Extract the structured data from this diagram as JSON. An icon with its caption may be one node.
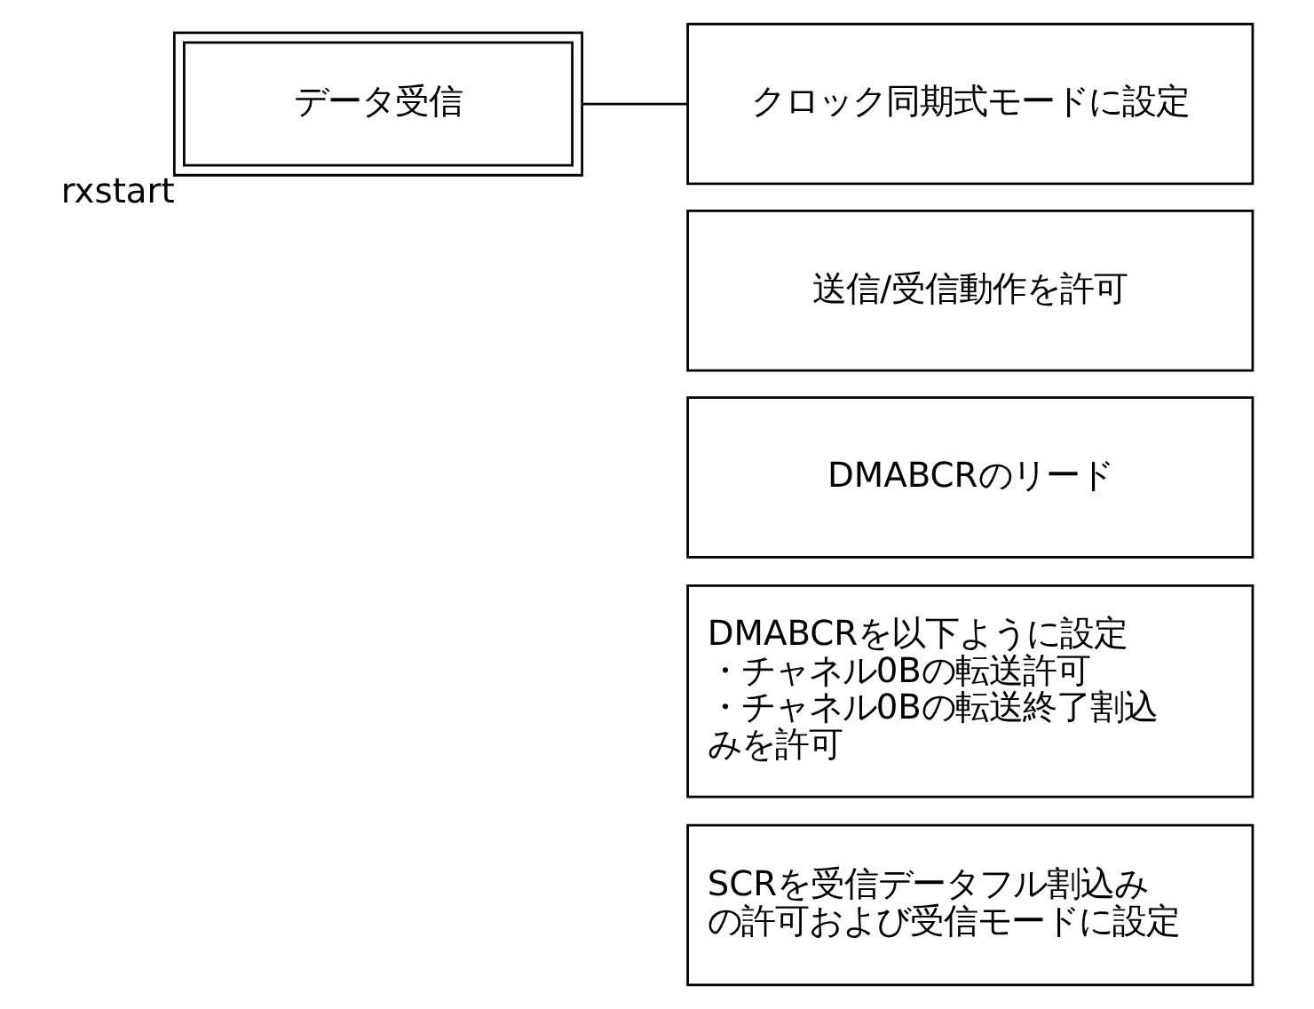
{
  "diagram": {
    "nodes": [
      {
        "text": [
          "データ受信"
        ],
        "beside": [
          "rxstart"
        ]
      },
      {
        "text": [
          "クロック同期式モードに設定"
        ]
      },
      {
        "text": [
          "送信/受信動作を許可"
        ]
      },
      {
        "text": [
          "DMABCRのリード"
        ]
      },
      {
        "text": [
          "DMABCRを以下ように設定・チャネル0Bの転送許可・チャネル0Bの転送終了割込みを許可"
        ]
      },
      {
        "text": [
          "SCRを受信データフル割込みの許可および受信モードに設定"
        ]
      }
    ],
    "edges": [
      {
        "from": 0,
        "to": 1,
        "arrow": "none"
      }
    ]
  }
}
